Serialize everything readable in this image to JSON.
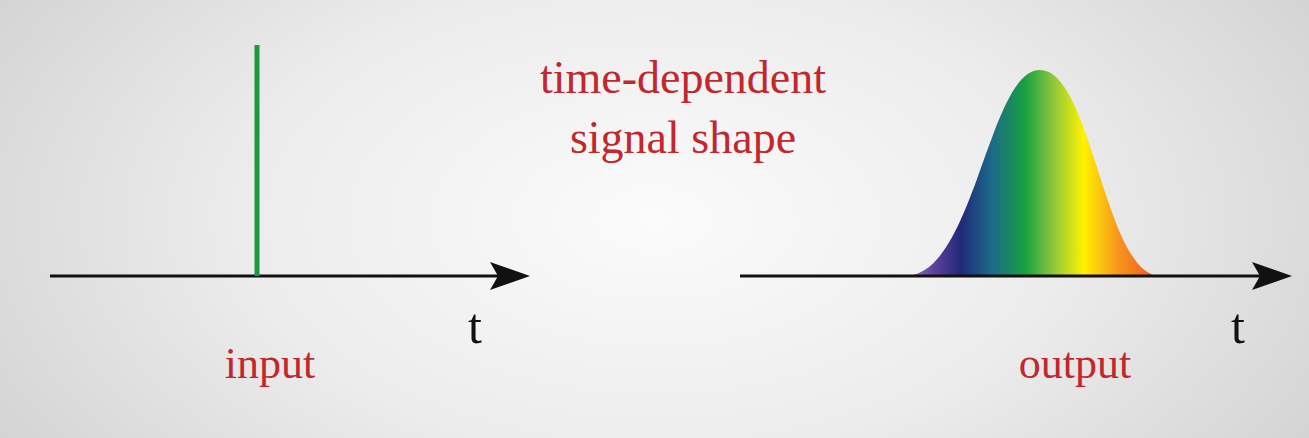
{
  "diagram": {
    "labels": [
      "time-dependent signal shape",
      "t",
      "input",
      "t",
      "output"
    ]
  }
}
